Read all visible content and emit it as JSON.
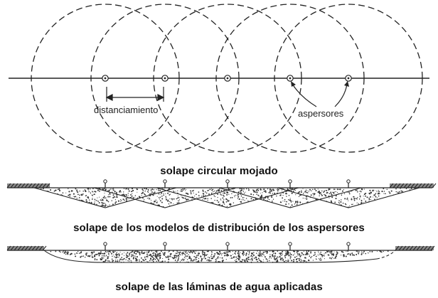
{
  "labels": {
    "spacing": "distanciamiento",
    "sprinklers": "aspersores"
  },
  "captions": {
    "wetted_circle_overlap": "solape circular mojado",
    "distribution_pattern_overlap": "solape de los modelos de distribución de los aspersores",
    "applied_depth_overlap": "solape de las láminas de agua aplicadas"
  },
  "sprinkler_count": 5,
  "colors": {
    "line": "#222222",
    "stipple": "#333333"
  }
}
